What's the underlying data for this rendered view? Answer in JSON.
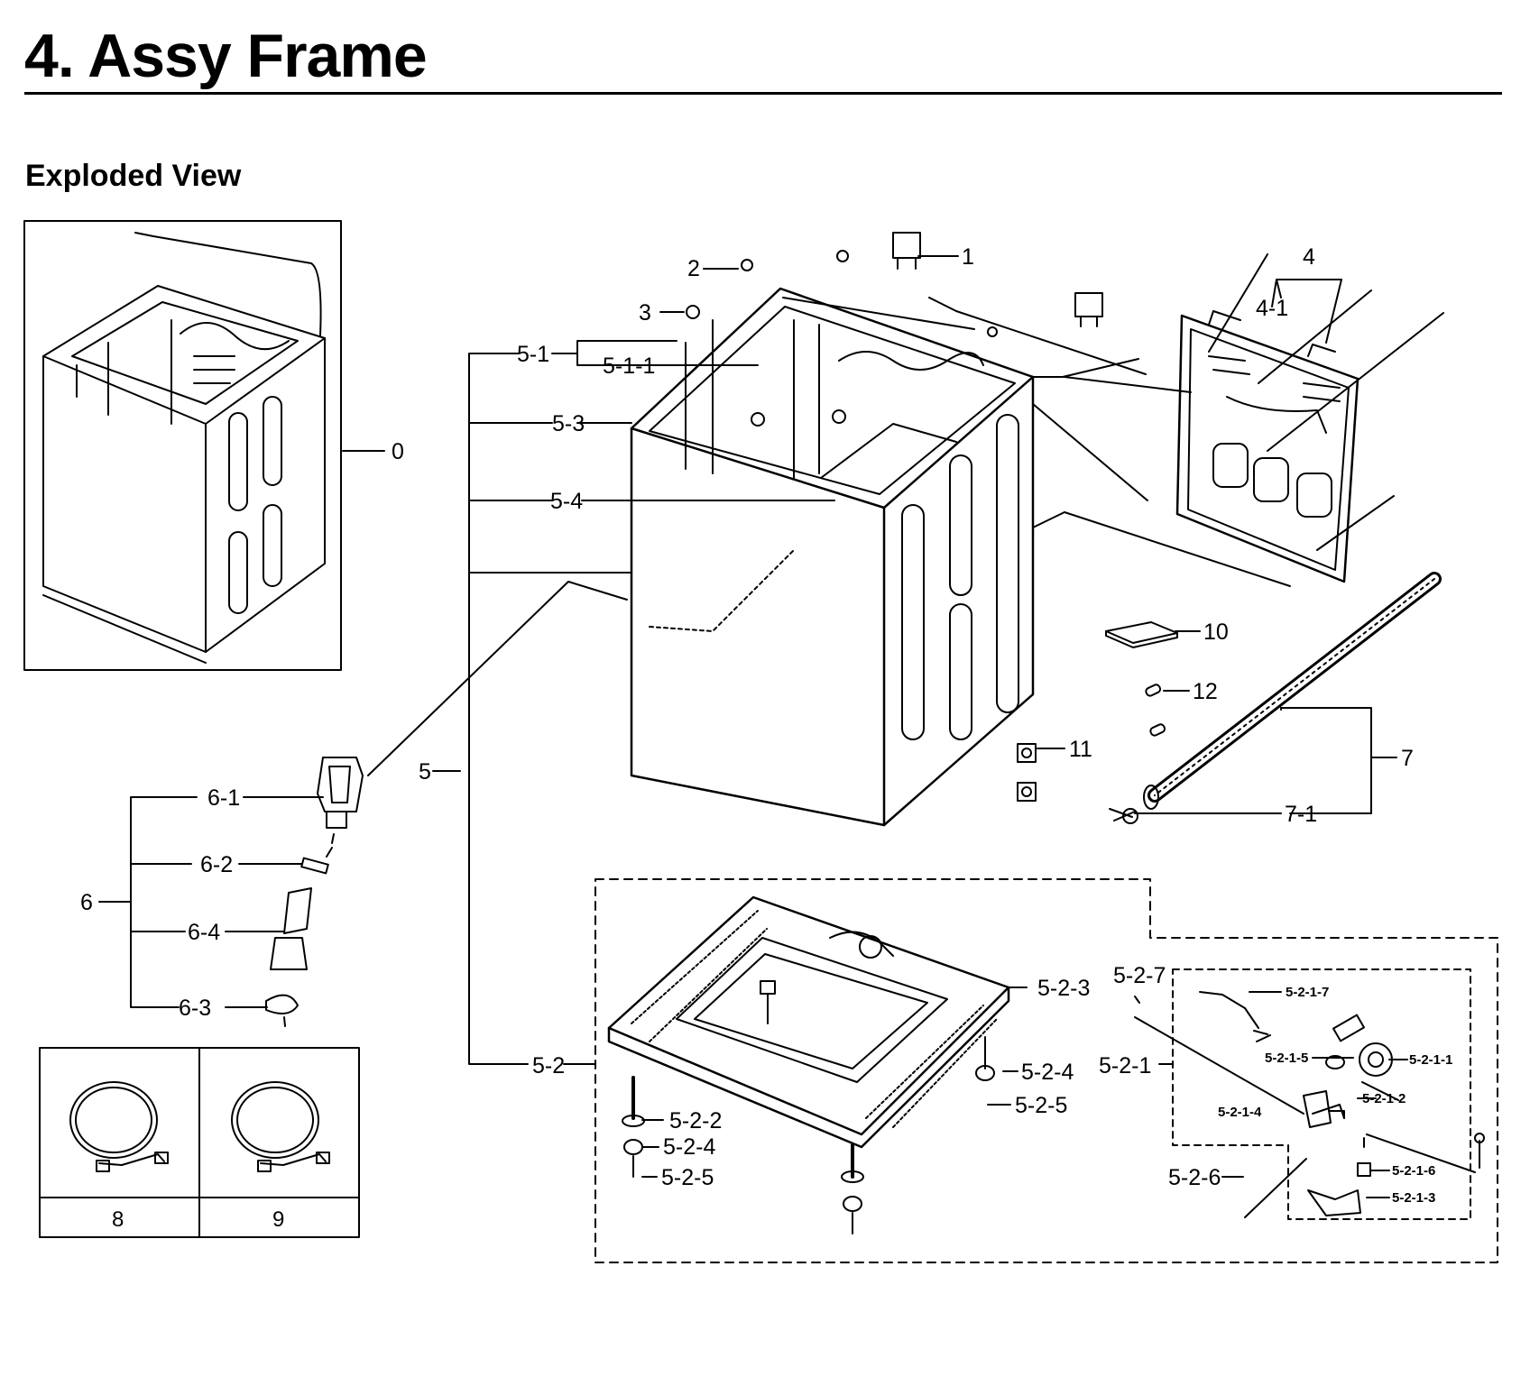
{
  "header": {
    "title": "4. Assy Frame",
    "subtitle": "Exploded View"
  },
  "labels": {
    "l0": "0",
    "l1": "1",
    "l2": "2",
    "l3": "3",
    "l4": "4",
    "l4_1": "4-1",
    "l5": "5",
    "l5_1": "5-1",
    "l5_1_1": "5-1-1",
    "l5_2": "5-2",
    "l5_2_1": "5-2-1",
    "l5_2_2": "5-2-2",
    "l5_2_3": "5-2-3",
    "l5_2_4a": "5-2-4",
    "l5_2_4b": "5-2-4",
    "l5_2_5a": "5-2-5",
    "l5_2_5b": "5-2-5",
    "l5_2_6": "5-2-6",
    "l5_2_7": "5-2-7",
    "l5_2_1_1": "5-2-1-1",
    "l5_2_1_2": "5-2-1-2",
    "l5_2_1_3": "5-2-1-3",
    "l5_2_1_4": "5-2-1-4",
    "l5_2_1_5": "5-2-1-5",
    "l5_2_1_6": "5-2-1-6",
    "l5_2_1_7": "5-2-1-7",
    "l5_3": "5-3",
    "l5_4": "5-4",
    "l6": "6",
    "l6_1": "6-1",
    "l6_2": "6-2",
    "l6_3": "6-3",
    "l6_4": "6-4",
    "l7": "7",
    "l7_1": "7-1",
    "l10": "10",
    "l11": "11",
    "l12": "12"
  },
  "accessory_table": {
    "cell_left": "8",
    "cell_right": "9"
  }
}
